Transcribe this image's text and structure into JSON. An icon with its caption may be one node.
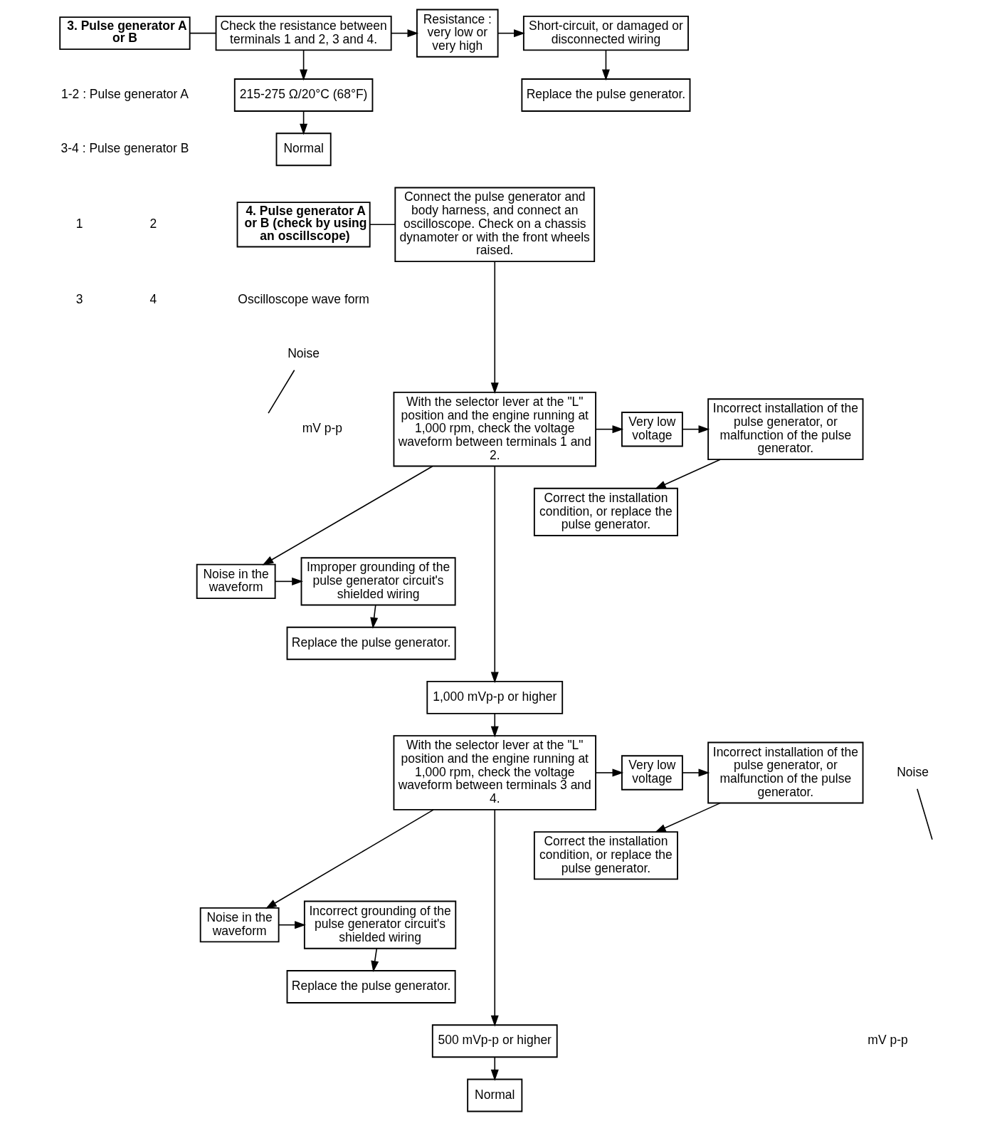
{
  "diagram": {
    "nodes": [
      {
        "text": [
          "3. Pulse generator A or B"
        ]
      },
      {
        "text": [
          "Check the resistance between terminals 1 and 2, 3 and 4."
        ]
      },
      {
        "text": [
          "Resistance : very low or very high"
        ]
      },
      {
        "text": [
          "Short-circuit, or damaged or disconnected wiring"
        ]
      },
      {
        "text": [
          "Replace the pulse generator."
        ]
      },
      {
        "text": [
          "215-275 Ω/20°C (68°F)"
        ]
      },
      {
        "text": [
          "Normal"
        ]
      },
      {
        "text": [
          "4. Pulse generator A or B (check by using an oscillscope)"
        ]
      },
      {
        "text": [
          "Connect the pulse generator and body harness, and connect an oscilloscope. Check on a chassis dynamoter or with the front wheels raised."
        ]
      },
      {
        "text": [
          "With the selector lever at the \"L\" position and the engine running at 1,000 rpm, check the voltage waveform between terminals 1 and 2."
        ]
      },
      {
        "text": [
          "Very low voltage"
        ]
      },
      {
        "text": [
          "Incorrect installation of the pulse generator, or malfunction of the pulse generator."
        ]
      },
      {
        "text": [
          "Correct the installation condition, or replace the pulse generator."
        ]
      },
      {
        "text": [
          "Noise in the waveform"
        ]
      },
      {
        "text": [
          "Improper grounding of the pulse generator circuit's shielded wiring"
        ]
      },
      {
        "text": [
          "Replace the pulse generator."
        ]
      },
      {
        "text": [
          "1,000 mVp-p or higher"
        ]
      },
      {
        "text": [
          "With the selector lever at the \"L\" position and the engine running at 1,000 rpm, check the voltage waveform between terminals 3 and 4."
        ]
      },
      {
        "text": [
          "Very low voltage"
        ]
      },
      {
        "text": [
          "Incorrect installation of the pulse generator, or malfunction of the pulse generator."
        ]
      },
      {
        "text": [
          "Correct the installation condition, or replace the pulse generator."
        ]
      },
      {
        "text": [
          "Noise in the waveform"
        ]
      },
      {
        "text": [
          "Incorrect grounding of the pulse generator circuit's shielded wiring"
        ]
      },
      {
        "text": [
          "Replace the pulse generator."
        ]
      },
      {
        "text": [
          "500 mVp-p or higher"
        ]
      },
      {
        "text": [
          "Normal"
        ]
      },
      {
        "text": [
          "Noise"
        ]
      },
      {
        "text": [
          "Noise"
        ]
      }
    ],
    "edges": [
      {
        "from": 0,
        "to": 1,
        "arrow": "none"
      },
      {
        "from": 1,
        "to": 2,
        "arrow": "to"
      },
      {
        "from": 2,
        "to": 3,
        "arrow": "to"
      },
      {
        "from": 3,
        "to": 4,
        "arrow": "to"
      },
      {
        "from": 1,
        "to": 5,
        "arrow": "to"
      },
      {
        "from": 5,
        "to": 6,
        "arrow": "to"
      },
      {
        "from": 7,
        "to": 8,
        "arrow": "none"
      },
      {
        "from": 8,
        "to": 9,
        "arrow": "to"
      },
      {
        "from": 9,
        "to": 10,
        "arrow": "to"
      },
      {
        "from": 10,
        "to": 11,
        "arrow": "to"
      },
      {
        "from": 11,
        "to": 12,
        "arrow": "to"
      },
      {
        "from": 9,
        "to": 13,
        "arrow": "to"
      },
      {
        "from": 13,
        "to": 14,
        "arrow": "to"
      },
      {
        "from": 14,
        "to": 15,
        "arrow": "to"
      },
      {
        "from": 9,
        "to": 16,
        "arrow": "to"
      },
      {
        "from": 16,
        "to": 17,
        "arrow": "to"
      },
      {
        "from": 17,
        "to": 18,
        "arrow": "to"
      },
      {
        "from": 18,
        "to": 19,
        "arrow": "to"
      },
      {
        "from": 19,
        "to": 20,
        "arrow": "to"
      },
      {
        "from": 17,
        "to": 21,
        "arrow": "to"
      },
      {
        "from": 21,
        "to": 22,
        "arrow": "to"
      },
      {
        "from": 22,
        "to": 23,
        "arrow": "to"
      },
      {
        "from": 17,
        "to": 24,
        "arrow": "to"
      },
      {
        "from": 24,
        "to": 25,
        "arrow": "to"
      },
      {
        "from": 26,
        "to": null,
        "arrow": "none"
      },
      {
        "from": 27,
        "to": null,
        "arrow": "none"
      }
    ],
    "labels": [
      "1-2 : Pulse generator A",
      "3-4 : Pulse generator B",
      "1",
      "2",
      "3",
      "4",
      "Oscilloscope wave form",
      "mV p-p",
      "mV p-p"
    ]
  }
}
